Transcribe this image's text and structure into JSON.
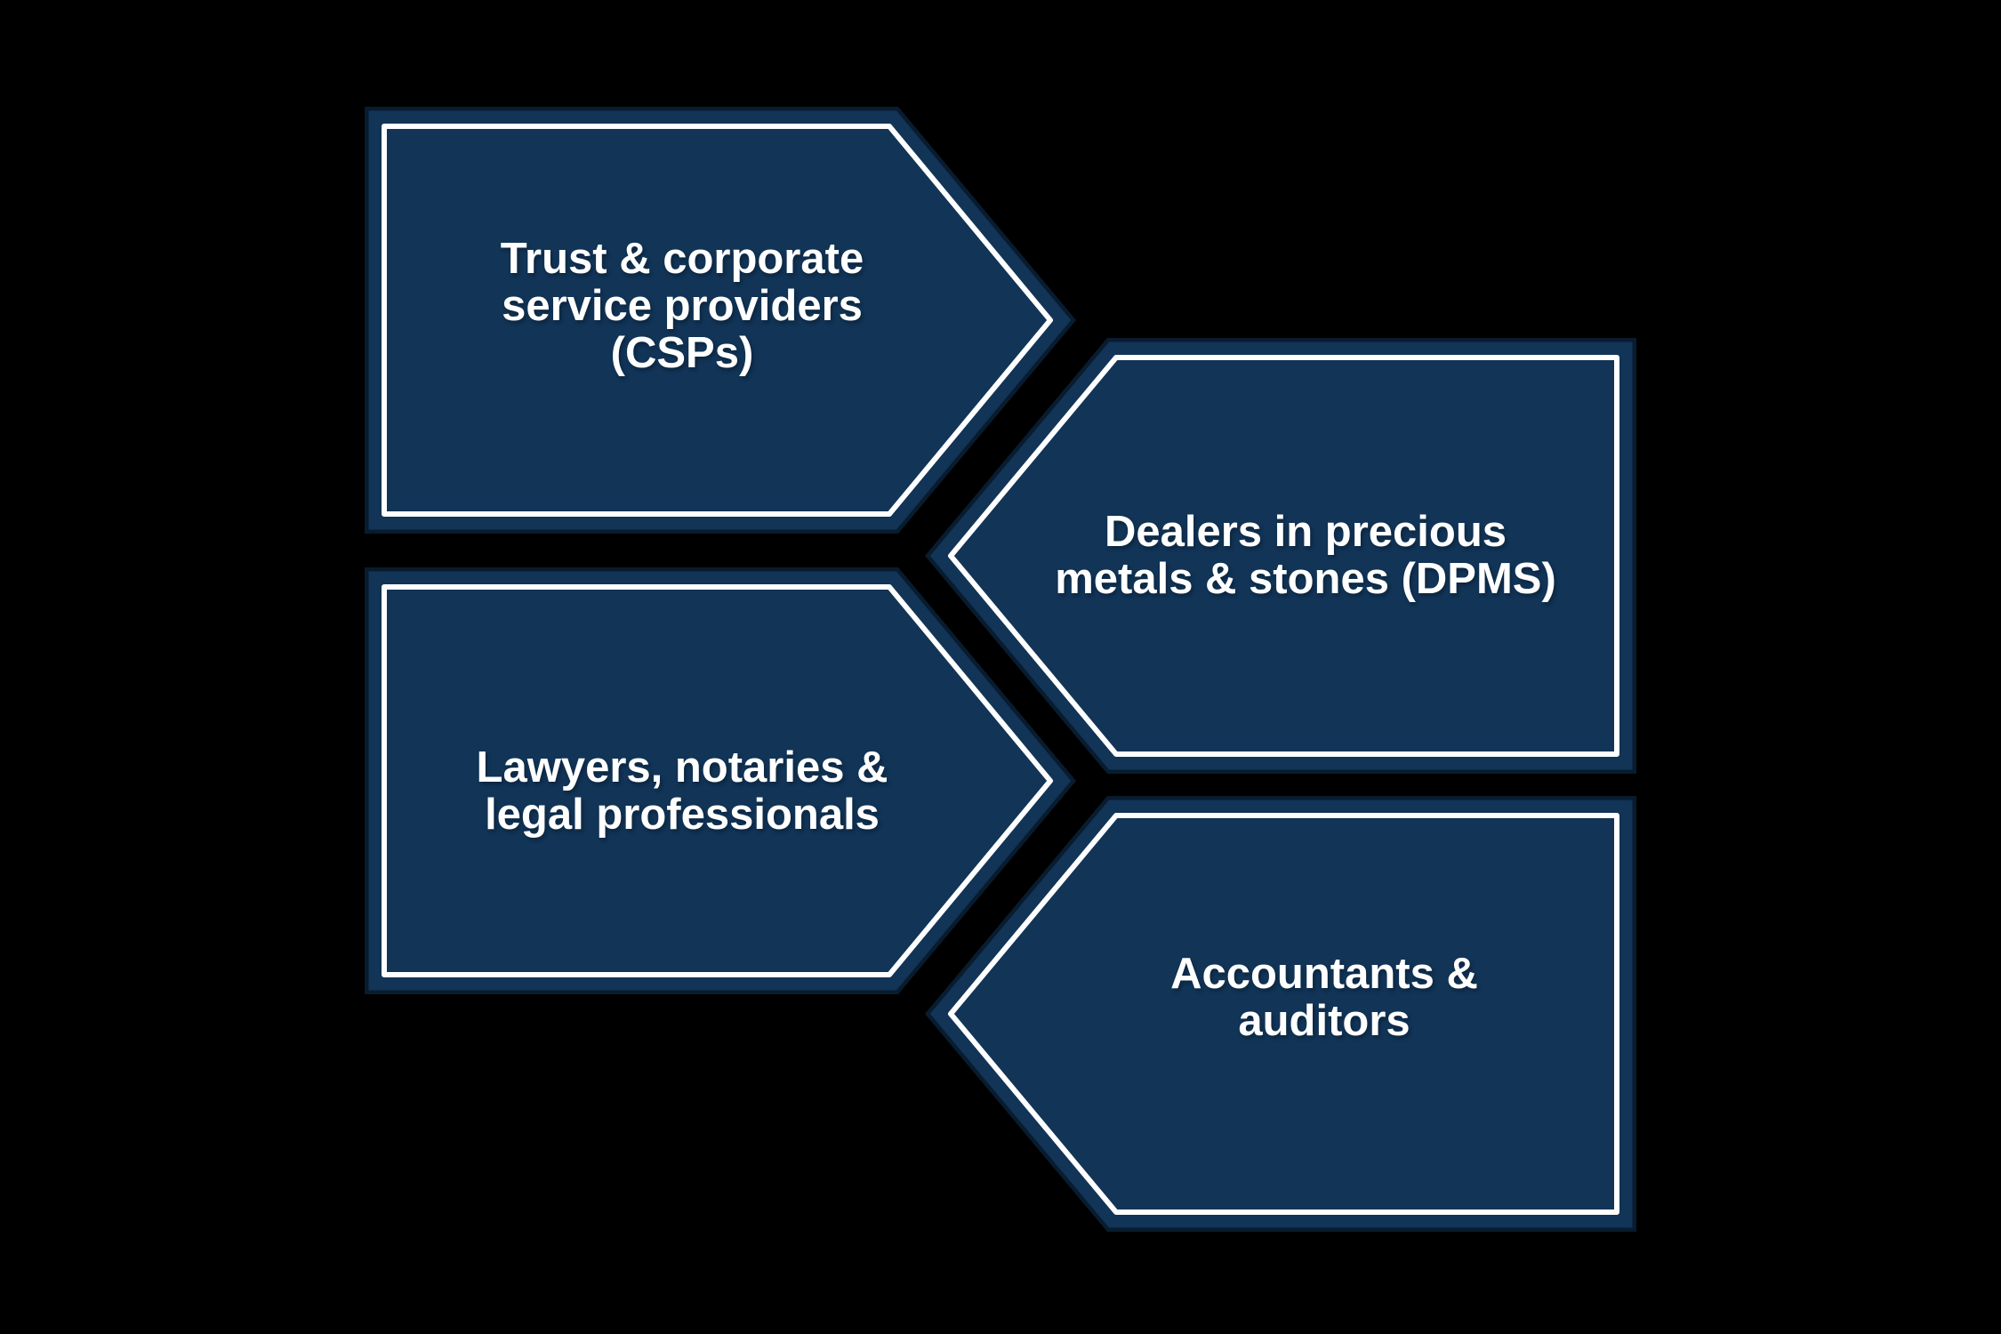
{
  "canvas": {
    "background": "#000000"
  },
  "diagram": {
    "type": "chevron-node-diagram",
    "style": {
      "node_fill": "#113457",
      "node_border": "#FFFFFF",
      "label_color": "#FFFFFF"
    },
    "nodes": [
      {
        "id": "csps",
        "direction": "right",
        "label": "Trust & corporate\nservice providers\n(CSPs)"
      },
      {
        "id": "dpms",
        "direction": "left",
        "label": "Dealers in precious\nmetals & stones (DPMS)"
      },
      {
        "id": "lawyers",
        "direction": "right",
        "label": "Lawyers, notaries &\nlegal professionals"
      },
      {
        "id": "accountants",
        "direction": "left",
        "label": "Accountants &\nauditors"
      }
    ]
  }
}
